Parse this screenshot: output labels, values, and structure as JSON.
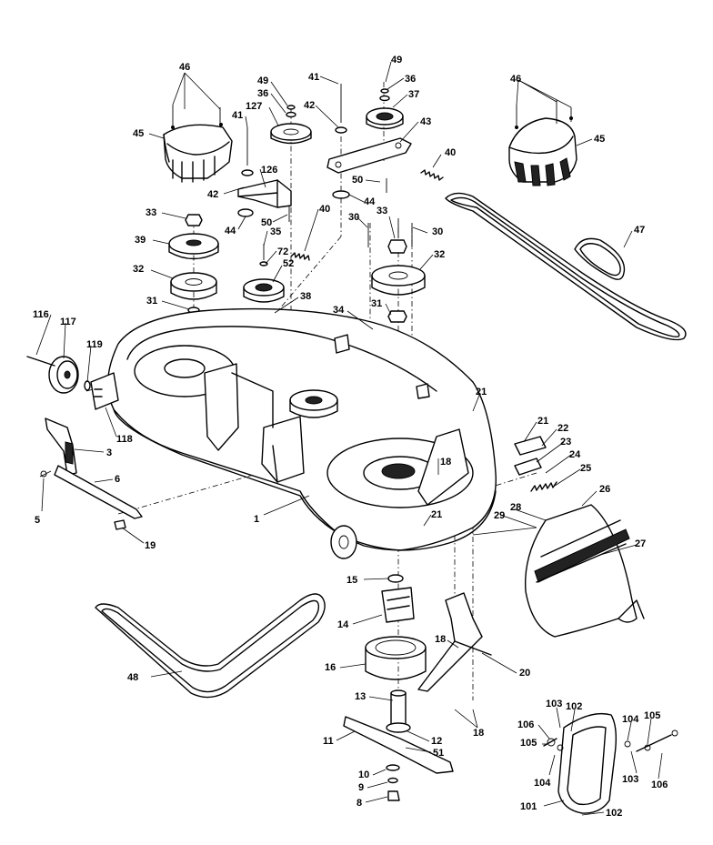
{
  "parts": [
    {
      "id": "p46a",
      "num": "46"
    },
    {
      "id": "p45a",
      "num": "45"
    },
    {
      "id": "p49a",
      "num": "49"
    },
    {
      "id": "p36a",
      "num": "36"
    },
    {
      "id": "p127",
      "num": "127"
    },
    {
      "id": "p41a",
      "num": "41"
    },
    {
      "id": "p41b",
      "num": "41"
    },
    {
      "id": "p42a",
      "num": "42"
    },
    {
      "id": "p126",
      "num": "126"
    },
    {
      "id": "p42b",
      "num": "42"
    },
    {
      "id": "p49b",
      "num": "49"
    },
    {
      "id": "p36b",
      "num": "36"
    },
    {
      "id": "p37",
      "num": "37"
    },
    {
      "id": "p43",
      "num": "43"
    },
    {
      "id": "p40a",
      "num": "40"
    },
    {
      "id": "p50a",
      "num": "50"
    },
    {
      "id": "p44a",
      "num": "44"
    },
    {
      "id": "p46b",
      "num": "46"
    },
    {
      "id": "p45b",
      "num": "45"
    },
    {
      "id": "p47",
      "num": "47"
    },
    {
      "id": "p33a",
      "num": "33"
    },
    {
      "id": "p44b",
      "num": "44"
    },
    {
      "id": "p50b",
      "num": "50"
    },
    {
      "id": "p40b",
      "num": "40"
    },
    {
      "id": "p30a",
      "num": "30"
    },
    {
      "id": "p33b",
      "num": "33"
    },
    {
      "id": "p30b",
      "num": "30"
    },
    {
      "id": "p39",
      "num": "39"
    },
    {
      "id": "p35",
      "num": "35"
    },
    {
      "id": "p72",
      "num": "72"
    },
    {
      "id": "p52",
      "num": "52"
    },
    {
      "id": "p32a",
      "num": "32"
    },
    {
      "id": "p32b",
      "num": "32"
    },
    {
      "id": "p31a",
      "num": "31"
    },
    {
      "id": "p38",
      "num": "38"
    },
    {
      "id": "p31b",
      "num": "31"
    },
    {
      "id": "p34",
      "num": "34"
    },
    {
      "id": "p116",
      "num": "116"
    },
    {
      "id": "p117",
      "num": "117"
    },
    {
      "id": "p119",
      "num": "119"
    },
    {
      "id": "p118",
      "num": "118"
    },
    {
      "id": "p3",
      "num": "3"
    },
    {
      "id": "p6",
      "num": "6"
    },
    {
      "id": "p5",
      "num": "5"
    },
    {
      "id": "p19",
      "num": "19"
    },
    {
      "id": "p1",
      "num": "1"
    },
    {
      "id": "p21a",
      "num": "21"
    },
    {
      "id": "p18a",
      "num": "18"
    },
    {
      "id": "p21b",
      "num": "21"
    },
    {
      "id": "p21c",
      "num": "21"
    },
    {
      "id": "p22",
      "num": "22"
    },
    {
      "id": "p23",
      "num": "23"
    },
    {
      "id": "p24",
      "num": "24"
    },
    {
      "id": "p25",
      "num": "25"
    },
    {
      "id": "p26",
      "num": "26"
    },
    {
      "id": "p28",
      "num": "28"
    },
    {
      "id": "p29",
      "num": "29"
    },
    {
      "id": "p27",
      "num": "27"
    },
    {
      "id": "p15",
      "num": "15"
    },
    {
      "id": "p14",
      "num": "14"
    },
    {
      "id": "p18b",
      "num": "18"
    },
    {
      "id": "p20",
      "num": "20"
    },
    {
      "id": "p16",
      "num": "16"
    },
    {
      "id": "p48",
      "num": "48"
    },
    {
      "id": "p13",
      "num": "13"
    },
    {
      "id": "p18c",
      "num": "18"
    },
    {
      "id": "p12",
      "num": "12"
    },
    {
      "id": "p11",
      "num": "11"
    },
    {
      "id": "p51",
      "num": "51"
    },
    {
      "id": "p10",
      "num": "10"
    },
    {
      "id": "p9",
      "num": "9"
    },
    {
      "id": "p8",
      "num": "8"
    },
    {
      "id": "p103a",
      "num": "103"
    },
    {
      "id": "p102a",
      "num": "102"
    },
    {
      "id": "p106a",
      "num": "106"
    },
    {
      "id": "p105a",
      "num": "105"
    },
    {
      "id": "p104a",
      "num": "104"
    },
    {
      "id": "p105b",
      "num": "105"
    },
    {
      "id": "p104b",
      "num": "104"
    },
    {
      "id": "p103b",
      "num": "103"
    },
    {
      "id": "p106b",
      "num": "106"
    },
    {
      "id": "p101",
      "num": "101"
    },
    {
      "id": "p102b",
      "num": "102"
    }
  ]
}
